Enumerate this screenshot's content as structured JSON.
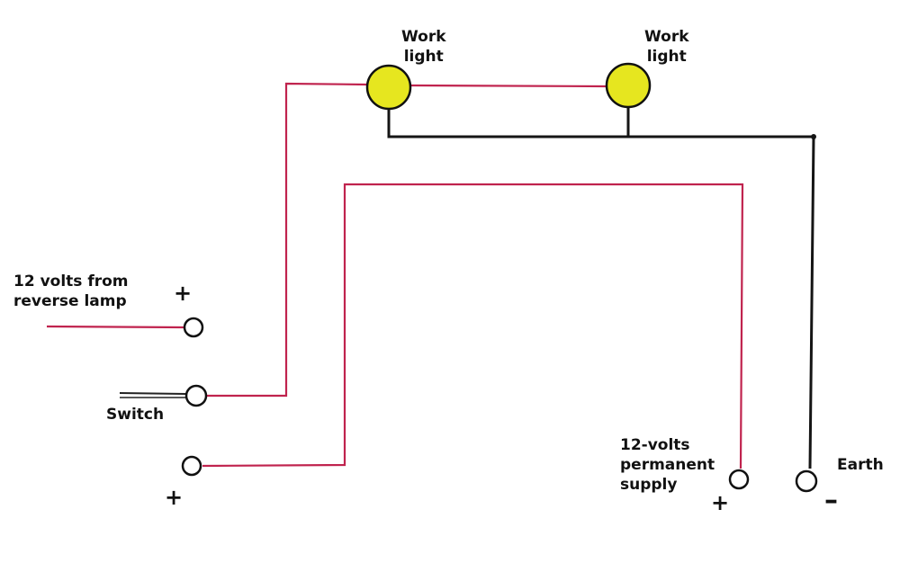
{
  "title": "Reverse lamp work light wiring diagram",
  "colors": {
    "live_wire": "#c0234e",
    "earth_wire": "#151515",
    "lamp_fill": "#e6e61f",
    "terminal_fill": "#ffffff"
  },
  "components": {
    "work_light_1": {
      "label": "Work\nlight"
    },
    "work_light_2": {
      "label": "Work\nlight"
    },
    "reverse_lamp_input": {
      "label": "12 volts from\nreverse lamp",
      "polarity": "+"
    },
    "switch": {
      "label": "Switch"
    },
    "switch_supply_terminal": {
      "polarity": "+"
    },
    "permanent_supply": {
      "label": "12-volts\npermanent\nsupply",
      "polarity": "+"
    },
    "earth": {
      "label": "Earth",
      "polarity": "–"
    }
  },
  "connections": [
    {
      "from": "switch",
      "to": "work_light_1",
      "wire": "live"
    },
    {
      "from": "work_light_1",
      "to": "work_light_2",
      "wire": "live"
    },
    {
      "from": "work_light_1",
      "to": "earth",
      "wire": "earth"
    },
    {
      "from": "work_light_2",
      "to": "earth",
      "wire": "earth"
    },
    {
      "from": "switch_supply_terminal",
      "to": "permanent_supply",
      "wire": "live"
    },
    {
      "from": "reverse_lamp_input",
      "to": "reverse_lamp_terminal",
      "wire": "live"
    }
  ]
}
